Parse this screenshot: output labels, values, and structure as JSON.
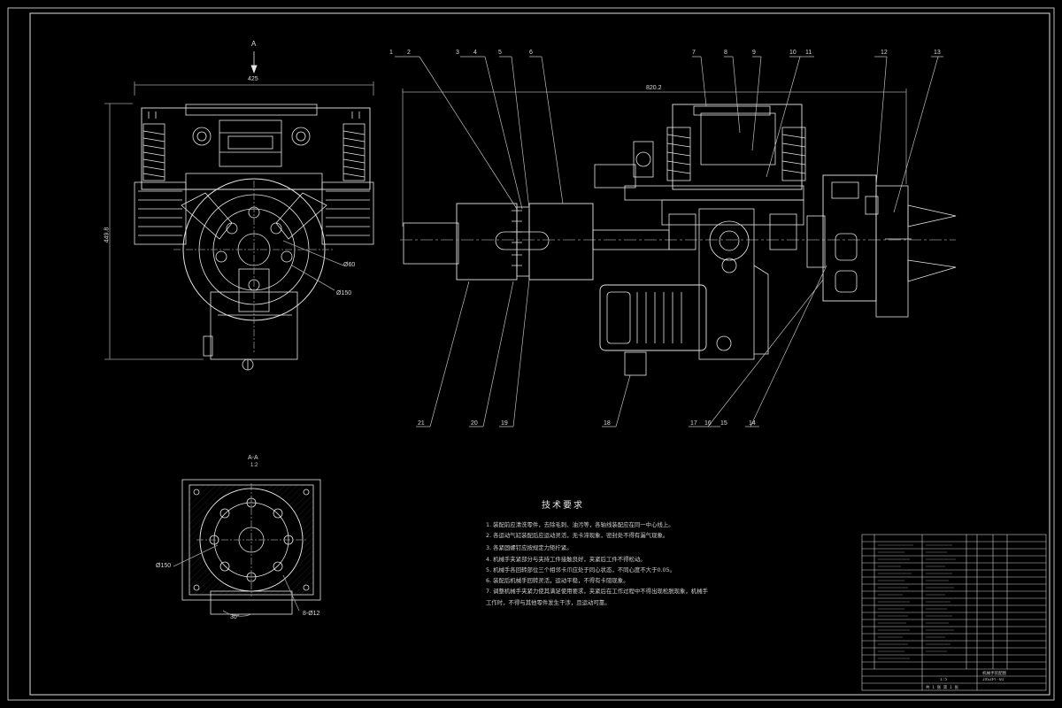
{
  "view_labels": {
    "section_arrow_letter": "A",
    "section_title": "A-A",
    "section_scale": "1:2"
  },
  "dimensions": {
    "top_width": "425",
    "left_height": "449.8",
    "right_length": "820.2",
    "dia_60": "Ø60",
    "dia_150": "Ø150",
    "dia_150_section": "Ø150",
    "holes": "8-Ø12",
    "angle": "30°"
  },
  "part_callouts_top": [
    "1",
    "2",
    "3",
    "4",
    "5",
    "6",
    "7",
    "8",
    "9",
    "10",
    "11",
    "12",
    "13"
  ],
  "part_callouts_bottom": [
    "21",
    "20",
    "19",
    "18",
    "17",
    "16",
    "15",
    "14"
  ],
  "technical_requirements": {
    "title": "技术要求",
    "items": [
      "1. 装配前应清洗零件，去除毛刺、油污等，各轴线装配应在同一中心线上。",
      "2. 各运动气缸装配后应运动灵活，无卡滞现象，密封处不得有漏气现象。",
      "3. 各紧固螺钉应按规定力矩拧紧。",
      "4. 机械手夹紧部分与夹持工件接触良好，夹紧后工件不得松动。",
      "5. 机械手各回转部位三个相邻卡爪应处于同心状态，不同心度不大于0.05。",
      "6. 装配后机械手回转灵活，运动平稳，不得有卡阻现象。",
      "7. 调整机械手夹紧力使其满足使用要求，夹紧后在工作过程中不得出现松脱现象，机械手",
      "   工作时，不得与其他零件发生干涉，且运动可靠。"
    ]
  },
  "title_block": {
    "drawing_title": "机械手装配图",
    "scale": "1:5",
    "sheet": "共 1 张  第 1 张",
    "drawing_number": "JXSZPT-01"
  }
}
